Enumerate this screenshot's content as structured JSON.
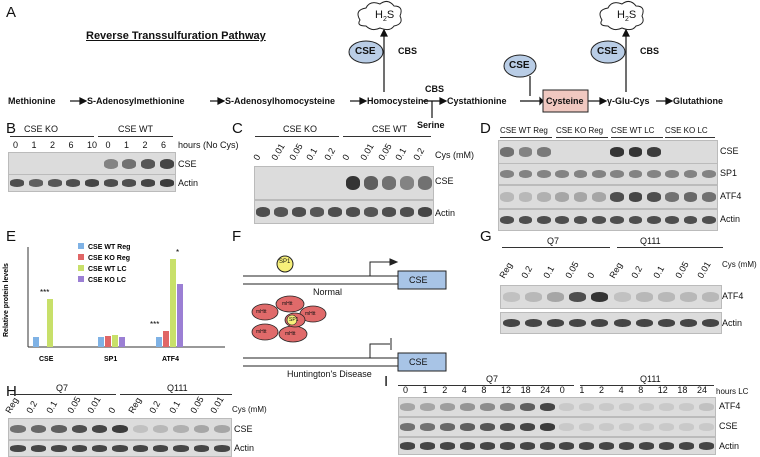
{
  "panels": {
    "A": "A",
    "B": "B",
    "C": "C",
    "D": "D",
    "E": "E",
    "F": "F",
    "G": "G",
    "H": "H",
    "I": "I"
  },
  "pathway": {
    "title": "Reverse Transsulfuration Pathway",
    "nodes": [
      "Methionine",
      "S-Adenosylmethionine",
      "S-Adenosylhomocysteine",
      "Homocysteine",
      "Cystathionine",
      "Cysteine",
      "γ-Glu-Cys",
      "Glutathione"
    ],
    "enzymes": {
      "cse": "CSE",
      "cbs": "CBS",
      "serine": "Serine",
      "h2s_main": "H",
      "h2s_sub": "2",
      "h2s_s": "S"
    }
  },
  "panel_b": {
    "groups": [
      "CSE KO",
      "CSE WT"
    ],
    "lanes": [
      "0",
      "1",
      "2",
      "6",
      "10",
      "0",
      "1",
      "2",
      "6"
    ],
    "condition": "hours (No Cys)",
    "rows": [
      "CSE",
      "Actin"
    ]
  },
  "panel_c": {
    "groups": [
      "CSE KO",
      "CSE WT"
    ],
    "lanes": [
      "0",
      "0.01",
      "0.05",
      "0.1",
      "0.2",
      "0",
      "0.01",
      "0.05",
      "0.1",
      "0.2"
    ],
    "condition": "Cys (mM)",
    "rows": [
      "CSE",
      "Actin"
    ]
  },
  "panel_d": {
    "groups": [
      "CSE WT Reg",
      "CSE KO Reg",
      "CSE WT LC",
      "CSE KO LC"
    ],
    "rows": [
      "CSE",
      "SP1",
      "ATF4",
      "Actin"
    ]
  },
  "panel_e": {
    "ylabel": "Relative protein levels",
    "legend": [
      "CSE WT Reg",
      "CSE KO Reg",
      "CSE WT LC",
      "CSE KO LC"
    ],
    "colors": [
      "#7fb2e5",
      "#e06666",
      "#c8e06a",
      "#9b7fd4"
    ],
    "stars": {
      "cse": "***",
      "atf4_left": "***",
      "atf4_right": "*"
    }
  },
  "chart_data": {
    "type": "bar",
    "categories": [
      "CSE",
      "SP1",
      "ATF4"
    ],
    "series": [
      {
        "name": "CSE WT Reg",
        "values": [
          1.0,
          1.0,
          1.0
        ]
      },
      {
        "name": "CSE KO Reg",
        "values": [
          0.0,
          1.1,
          1.6
        ]
      },
      {
        "name": "CSE WT LC",
        "values": [
          4.8,
          1.2,
          8.8
        ]
      },
      {
        "name": "CSE KO LC",
        "values": [
          0.0,
          1.0,
          6.3
        ]
      }
    ],
    "ylim": [
      0,
      10
    ],
    "ylabel": "Relative protein levels"
  },
  "panel_f": {
    "normal_label": "Normal",
    "hd_label": "Huntington's Disease",
    "gene": "CSE",
    "sp1": "SP1",
    "mhtt": "mHtt"
  },
  "panel_g": {
    "groups": [
      "Q7",
      "Q111"
    ],
    "lanes": [
      "Reg",
      "0.2",
      "0.1",
      "0.05",
      "0",
      "Reg",
      "0.2",
      "0.1",
      "0.05",
      "0.01"
    ],
    "condition": "Cys (mM)",
    "rows": [
      "ATF4",
      "Actin"
    ]
  },
  "panel_h": {
    "groups": [
      "Q7",
      "Q111"
    ],
    "lanes": [
      "Reg",
      "0.2",
      "0.1",
      "0.05",
      "0.01",
      "0",
      "Reg",
      "0.2",
      "0.1",
      "0.05",
      "0.01"
    ],
    "condition": "Cys (mM)",
    "rows": [
      "CSE",
      "Actin"
    ]
  },
  "panel_i": {
    "groups": [
      "Q7",
      "Q111"
    ],
    "lanes": [
      "0",
      "1",
      "2",
      "4",
      "8",
      "12",
      "18",
      "24",
      "0",
      "1",
      "2",
      "4",
      "8",
      "12",
      "18",
      "24"
    ],
    "condition": "hours LC",
    "rows": [
      "ATF4",
      "CSE",
      "Actin"
    ]
  }
}
